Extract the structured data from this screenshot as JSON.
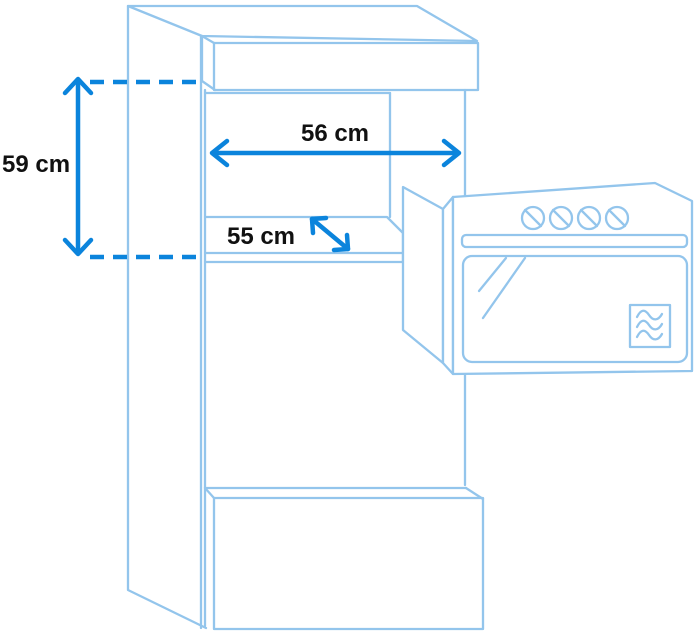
{
  "labels": {
    "height": "59 cm",
    "width": "56 cm",
    "depth": "55 cm"
  },
  "colors": {
    "cabinet_outline": "#93C5EC",
    "dimension_accent": "#0B84DC",
    "label_text": "#111111",
    "background": "#FFFFFF"
  },
  "icons": {
    "oven_knob": "oven-knob-icon",
    "heat_waves": "heat-waves-icon"
  }
}
